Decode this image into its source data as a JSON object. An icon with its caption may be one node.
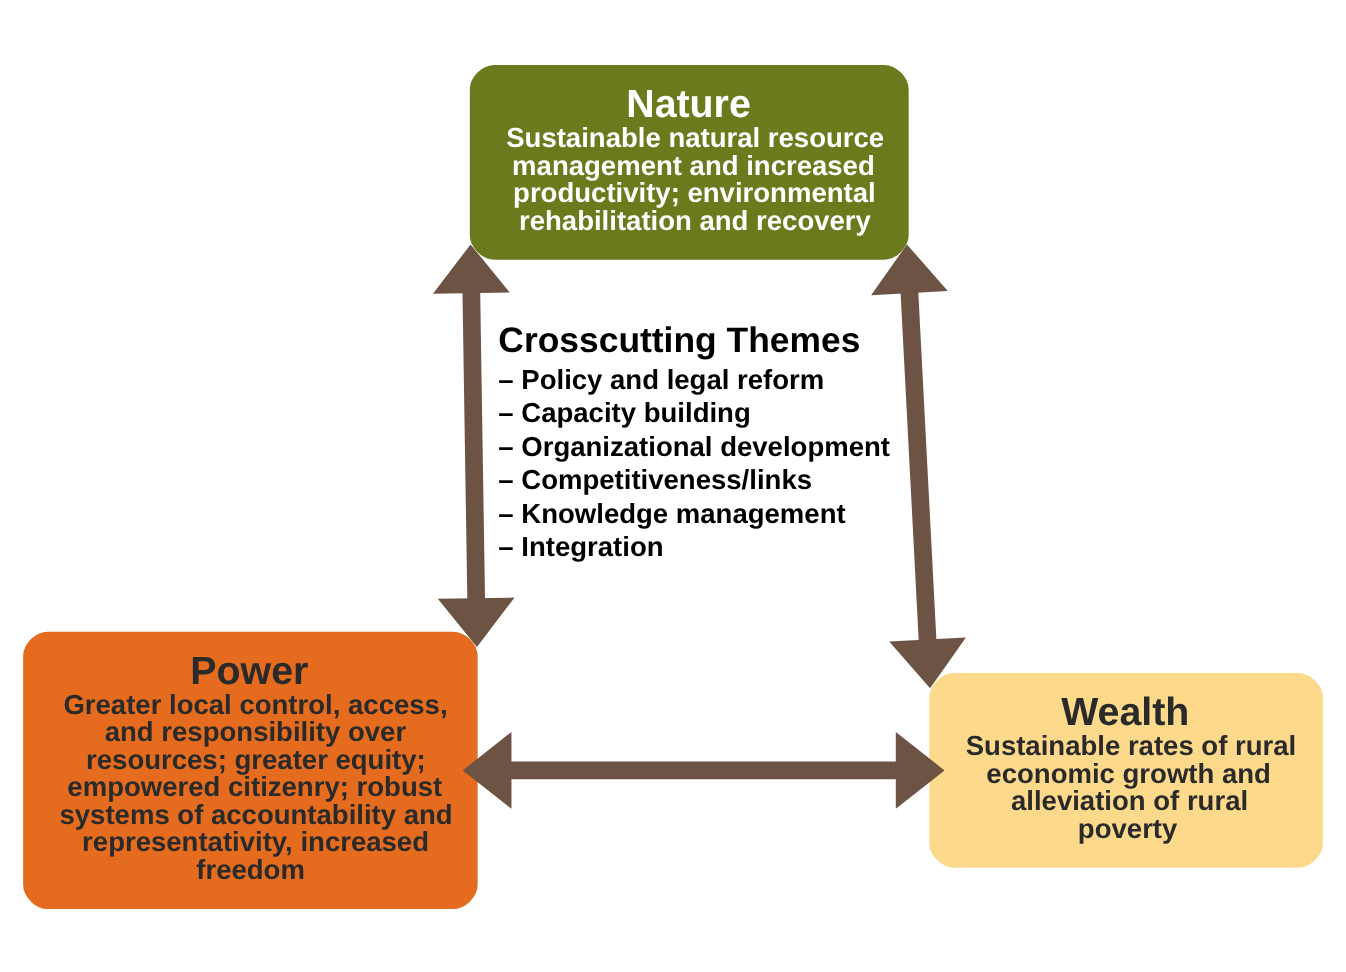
{
  "diagram": {
    "nodes": [
      {
        "text": [
          "Nature",
          "Sustainable natural resource management and increased productivity; environmental rehabilitation and recovery"
        ]
      },
      {
        "text": [
          "Power",
          "Greater local control, access, and responsibility over resources; greater equity; empowered citizenry; robust systems of accountability and representativity, increased freedom"
        ]
      },
      {
        "text": [
          "Wealth",
          "Sustainable rates of rural economic growth and alleviation of rural poverty"
        ]
      }
    ],
    "edges": [
      {
        "from": 0,
        "to": 1,
        "arrow": "both"
      },
      {
        "from": 0,
        "to": 2,
        "arrow": "both"
      },
      {
        "from": 1,
        "to": 2,
        "arrow": "both"
      }
    ],
    "labels": [
      "Crosscutting Themes",
      "– Policy and legal reform",
      "– Capacity building",
      "– Organizational development",
      "– Competitiveness/links",
      "– Knowledge management",
      "– Integration"
    ]
  }
}
